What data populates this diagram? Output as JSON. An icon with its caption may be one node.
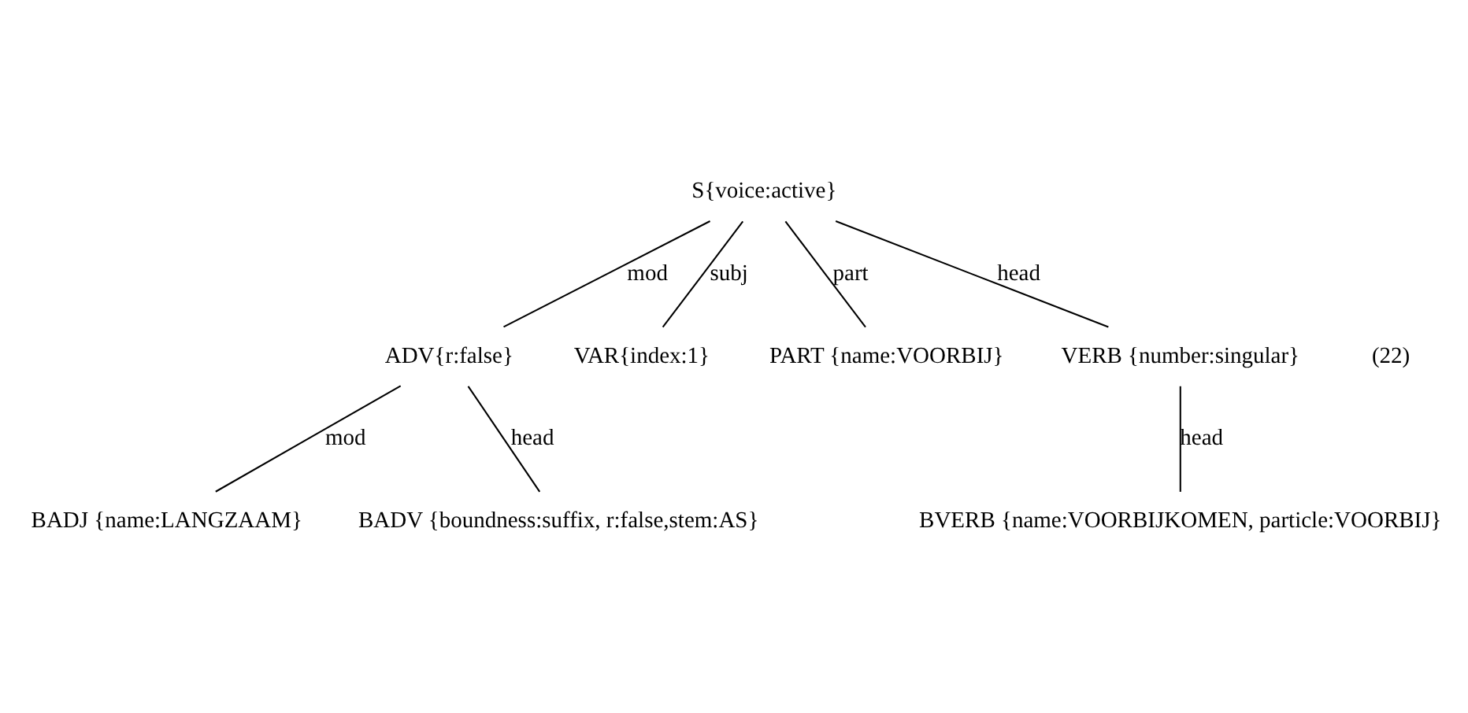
{
  "diagram": {
    "nodes": [
      {
        "text": [
          "S{voice:active}"
        ]
      },
      {
        "text": [
          "ADV{r:false}"
        ]
      },
      {
        "text": [
          "VAR{index:1}"
        ]
      },
      {
        "text": [
          "PART {name:VOORBIJ}"
        ]
      },
      {
        "text": [
          "VERB {number:singular}"
        ]
      },
      {
        "text": [
          "BADJ {name:LANGZAAM}"
        ]
      },
      {
        "text": [
          "BADV {boundness:suffix, r:false,stem:AS}"
        ]
      },
      {
        "text": [
          "BVERB {name:VOORBIJKOMEN, particle:VOORBIJ}"
        ]
      }
    ],
    "edges": [
      {
        "from": 0,
        "to": 1,
        "arrow": "none",
        "label": "mod"
      },
      {
        "from": 0,
        "to": 2,
        "arrow": "none",
        "label": "subj"
      },
      {
        "from": 0,
        "to": 3,
        "arrow": "none",
        "label": "part"
      },
      {
        "from": 0,
        "to": 4,
        "arrow": "none",
        "label": "head"
      },
      {
        "from": 1,
        "to": 5,
        "arrow": "none",
        "label": "mod"
      },
      {
        "from": 1,
        "to": 6,
        "arrow": "none",
        "label": "head"
      },
      {
        "from": 4,
        "to": 7,
        "arrow": "none",
        "label": "head"
      }
    ],
    "labels": [
      "(22)"
    ]
  }
}
